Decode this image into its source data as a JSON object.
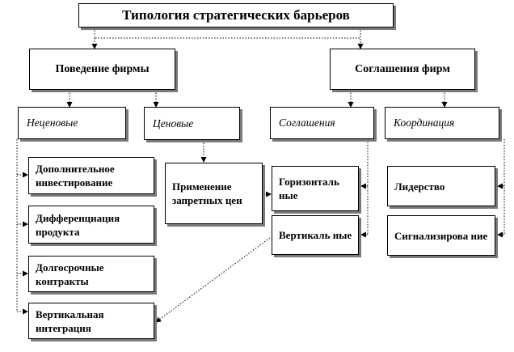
{
  "diagram": {
    "title": "Типология стратегических барьеров",
    "branches": {
      "behavior": "Поведение фирмы",
      "agreements": "Соглашения фирм"
    },
    "groups": {
      "nonprice": "Неценовые",
      "price": "Ценовые",
      "agreements": "Соглашения",
      "coordination": "Координация"
    },
    "leaves": {
      "extra_investment": "Дополнительное инвестирование",
      "product_diff": "Дифференциация продукта",
      "long_contracts": "Долгосрочные контракты",
      "vertical_integration": "Вертикальная интеграция",
      "prohibitive_prices": "Применение запретных цен",
      "horizontal": "Горизонталь ные",
      "vertical": "Вертикаль ные",
      "leadership": "Лидерство",
      "signaling": "Сигнализирова ние"
    }
  }
}
